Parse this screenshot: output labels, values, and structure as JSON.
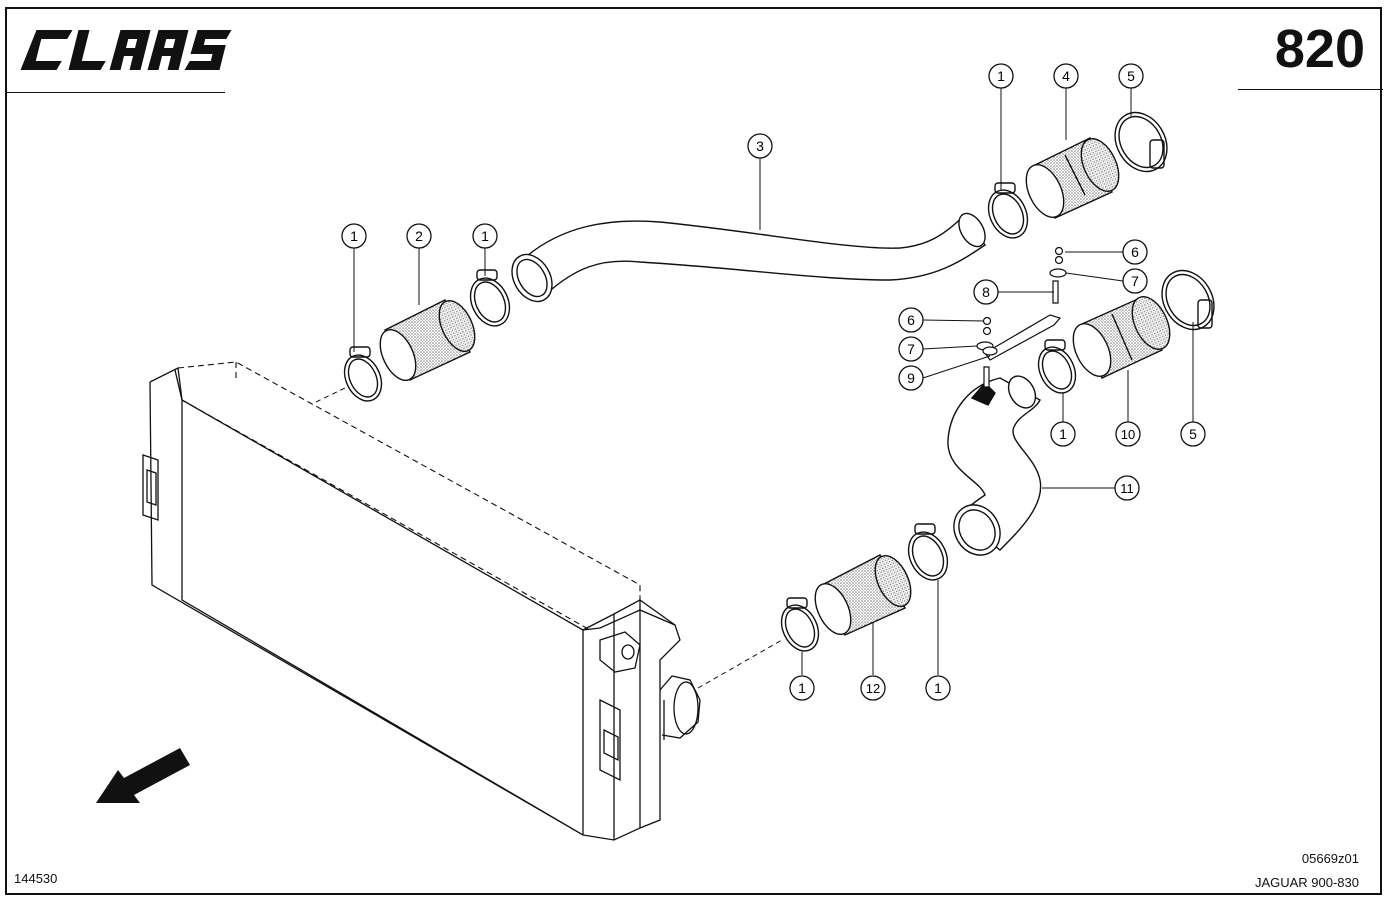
{
  "header": {
    "brand": "CLAAS",
    "page_number": "820"
  },
  "footer": {
    "image_id": "144530",
    "drawing_id": "05669z01",
    "model": "JAGUAR 900-830"
  },
  "callouts": [
    {
      "id": "c1a",
      "label": "1"
    },
    {
      "id": "c2",
      "label": "2"
    },
    {
      "id": "c1b",
      "label": "1"
    },
    {
      "id": "c3",
      "label": "3"
    },
    {
      "id": "c1c",
      "label": "1"
    },
    {
      "id": "c4",
      "label": "4"
    },
    {
      "id": "c5a",
      "label": "5"
    },
    {
      "id": "c6a",
      "label": "6"
    },
    {
      "id": "c7a",
      "label": "7"
    },
    {
      "id": "c8",
      "label": "8"
    },
    {
      "id": "c6b",
      "label": "6"
    },
    {
      "id": "c7b",
      "label": "7"
    },
    {
      "id": "c9",
      "label": "9"
    },
    {
      "id": "c1d",
      "label": "1"
    },
    {
      "id": "c10",
      "label": "10"
    },
    {
      "id": "c5b",
      "label": "5"
    },
    {
      "id": "c11",
      "label": "11"
    },
    {
      "id": "c1e",
      "label": "1"
    },
    {
      "id": "c12",
      "label": "12"
    },
    {
      "id": "c1f",
      "label": "1"
    }
  ],
  "colors": {
    "ink": "#111111",
    "paper": "#ffffff",
    "hatch": "#8a8a8a"
  },
  "icons": {
    "logo": "claas-logo",
    "direction": "direction-arrow-icon",
    "clamp": "hose-clamp-icon"
  }
}
